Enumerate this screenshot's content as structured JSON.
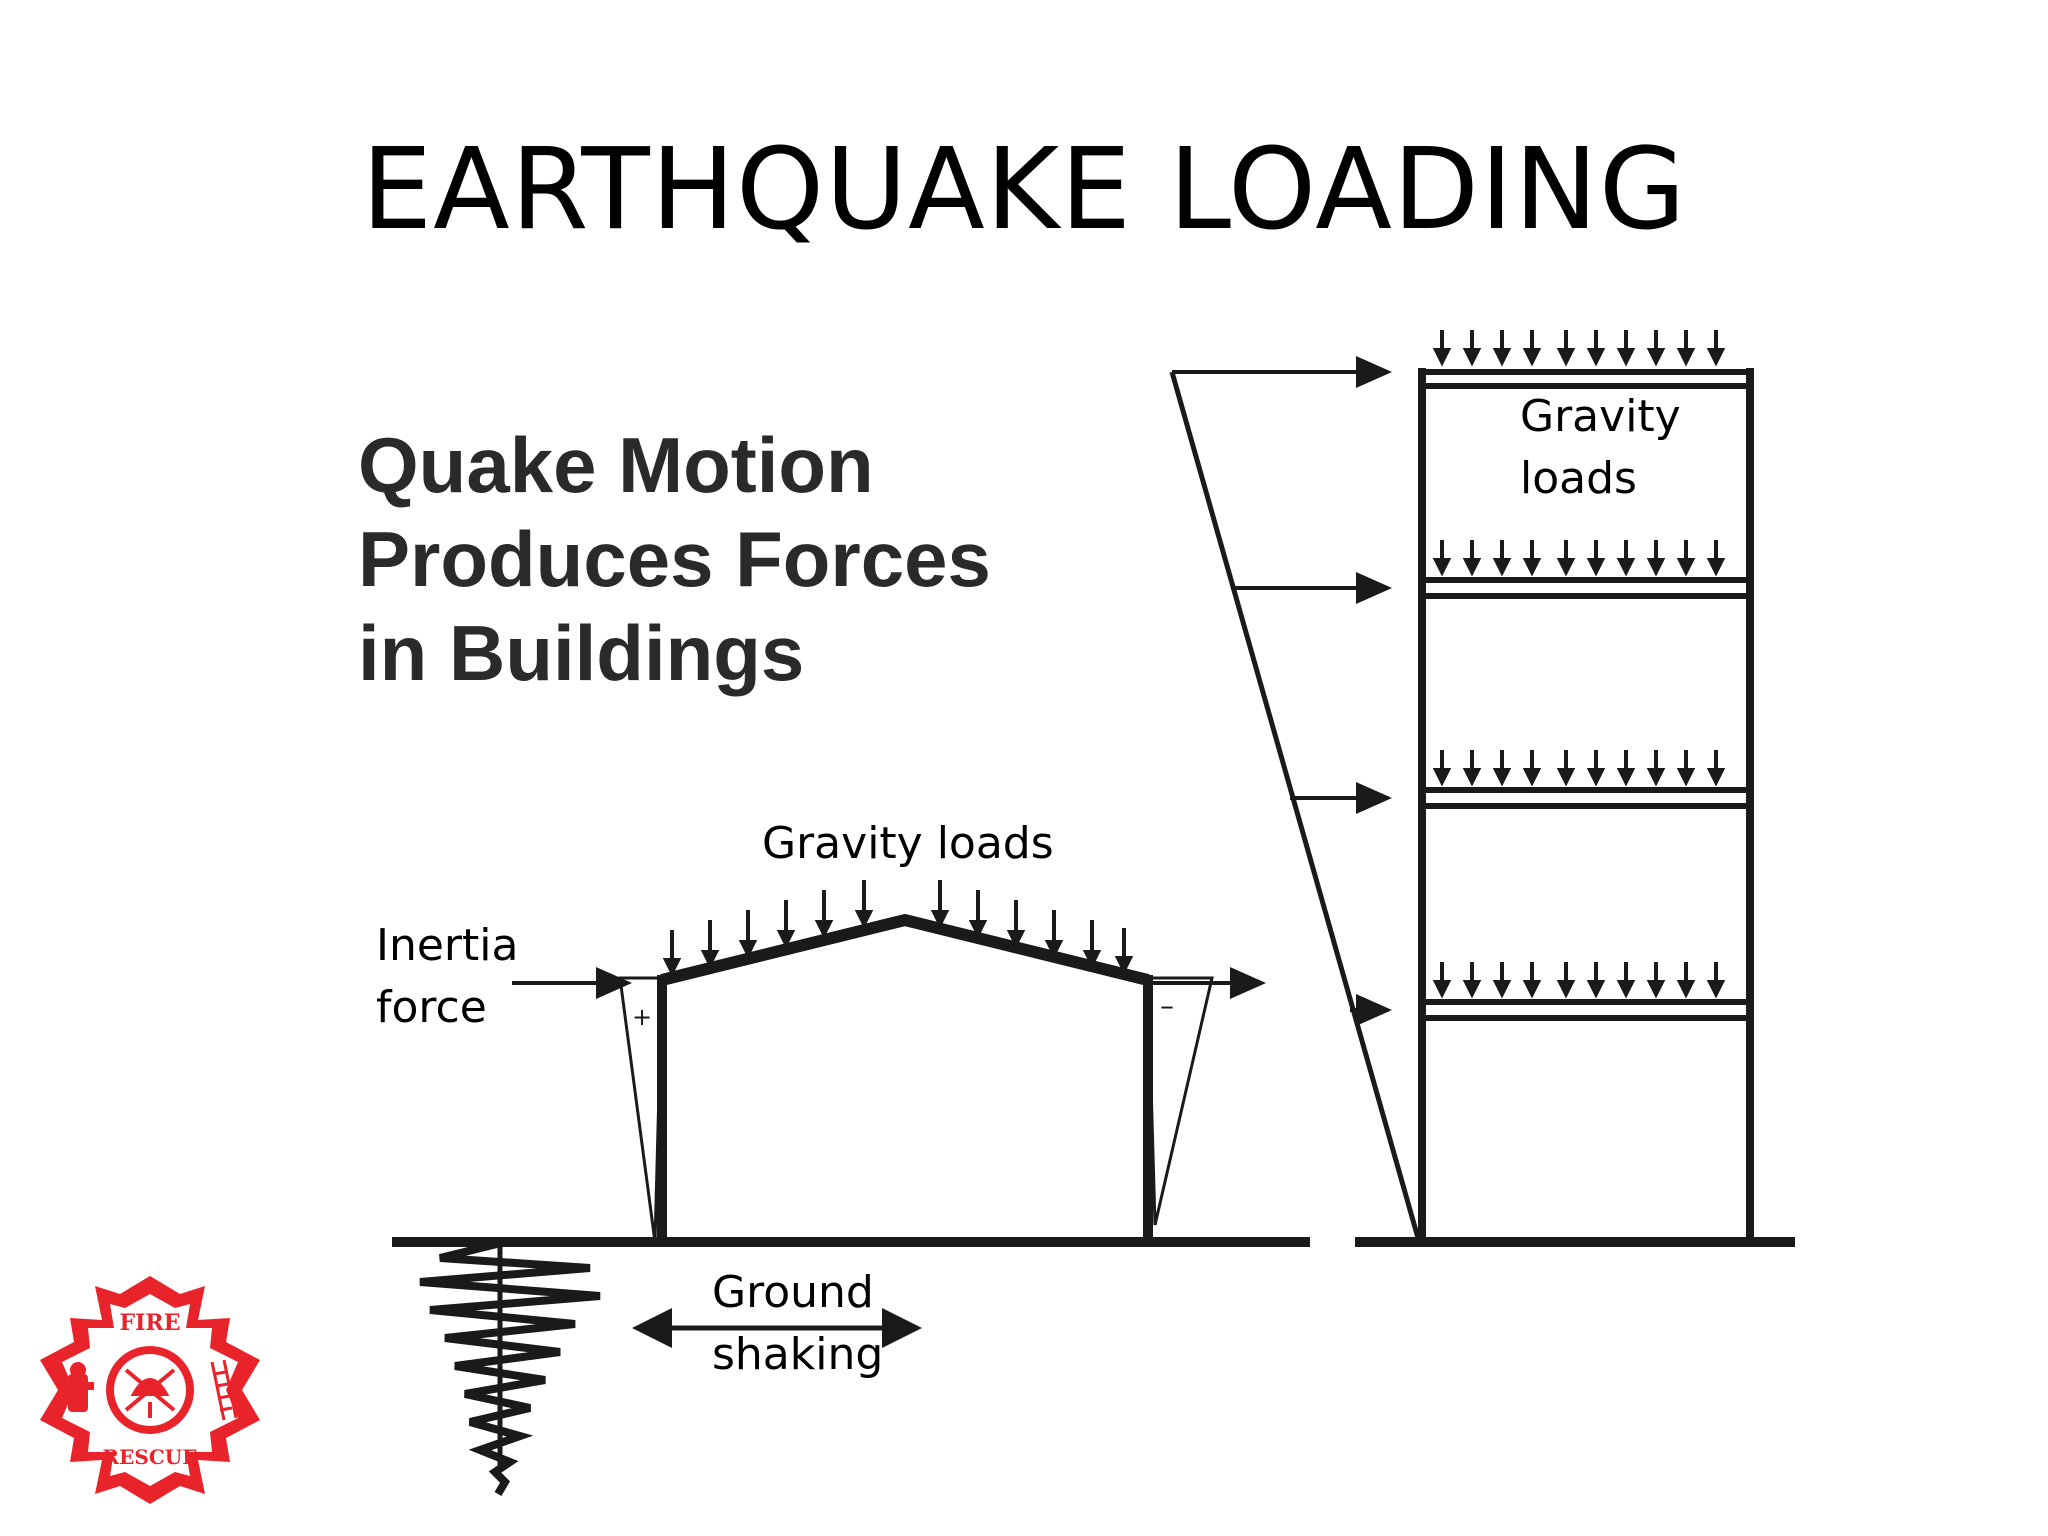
{
  "slide": {
    "title": "EARTHQUAKE LOADING",
    "headline": [
      "Quake Motion",
      "Produces Forces",
      "in Buildings"
    ]
  },
  "labels": {
    "gravity_loads_tall": [
      "Gravity",
      "loads"
    ],
    "gravity_loads_low": "Gravity loads",
    "inertia_force": [
      "Inertia",
      "force"
    ],
    "ground_shaking": [
      "Ground",
      "shaking"
    ],
    "moment_plus": "+",
    "moment_minus": "–"
  },
  "logo": {
    "top_text": "FIRE",
    "bottom_text": "RESCUE",
    "color": "#e8232a"
  },
  "colors": {
    "ink": "#1a1a1a",
    "headline": "#2a2a2a"
  }
}
